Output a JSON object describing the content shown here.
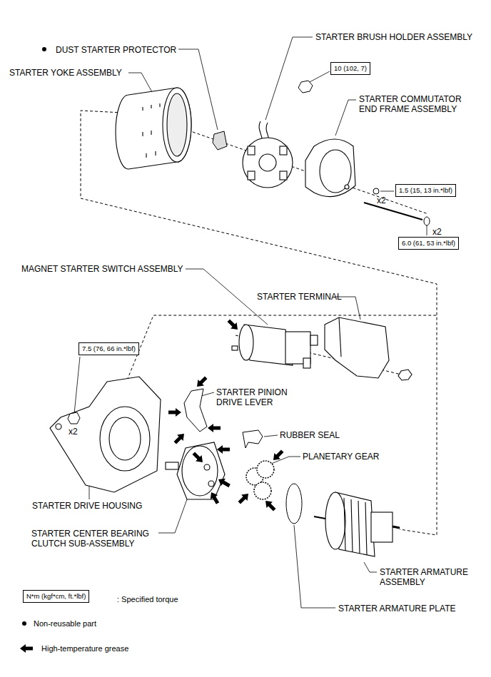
{
  "diagram": {
    "nodes": [
      {
        "text": [
          "10 (102, 7)"
        ]
      },
      {
        "text": [
          "1.5 (15, 13 in.*lbf)"
        ]
      },
      {
        "text": [
          "6.0 (61, 53 in.*lbf)"
        ]
      },
      {
        "text": [
          "7.5 (76, 66 in.*lbf)"
        ]
      },
      {
        "text": [
          "N*m (kgf*cm, ft.*lbf)"
        ]
      }
    ],
    "labels": [
      "DUST STARTER PROTECTOR",
      "STARTER BRUSH HOLDER ASSEMBLY",
      "STARTER YOKE ASSEMBLY",
      "STARTER COMMUTATOR END FRAME ASSEMBLY",
      "x2",
      "x2",
      "MAGNET STARTER SWITCH ASSEMBLY",
      "STARTER TERMINAL",
      "STARTER PINION DRIVE LEVER",
      "RUBBER SEAL",
      "PLANETARY GEAR",
      "x2",
      "STARTER DRIVE HOUSING",
      "STARTER CENTER BEARING CLUTCH SUB-ASSEMBLY",
      "STARTER ARMATURE ASSEMBLY",
      "STARTER ARMATURE PLATE"
    ],
    "legend": [
      {
        "text": ": Specified torque"
      },
      {
        "text": "Non-reusable part"
      },
      {
        "text": "High-temperature grease"
      }
    ]
  }
}
